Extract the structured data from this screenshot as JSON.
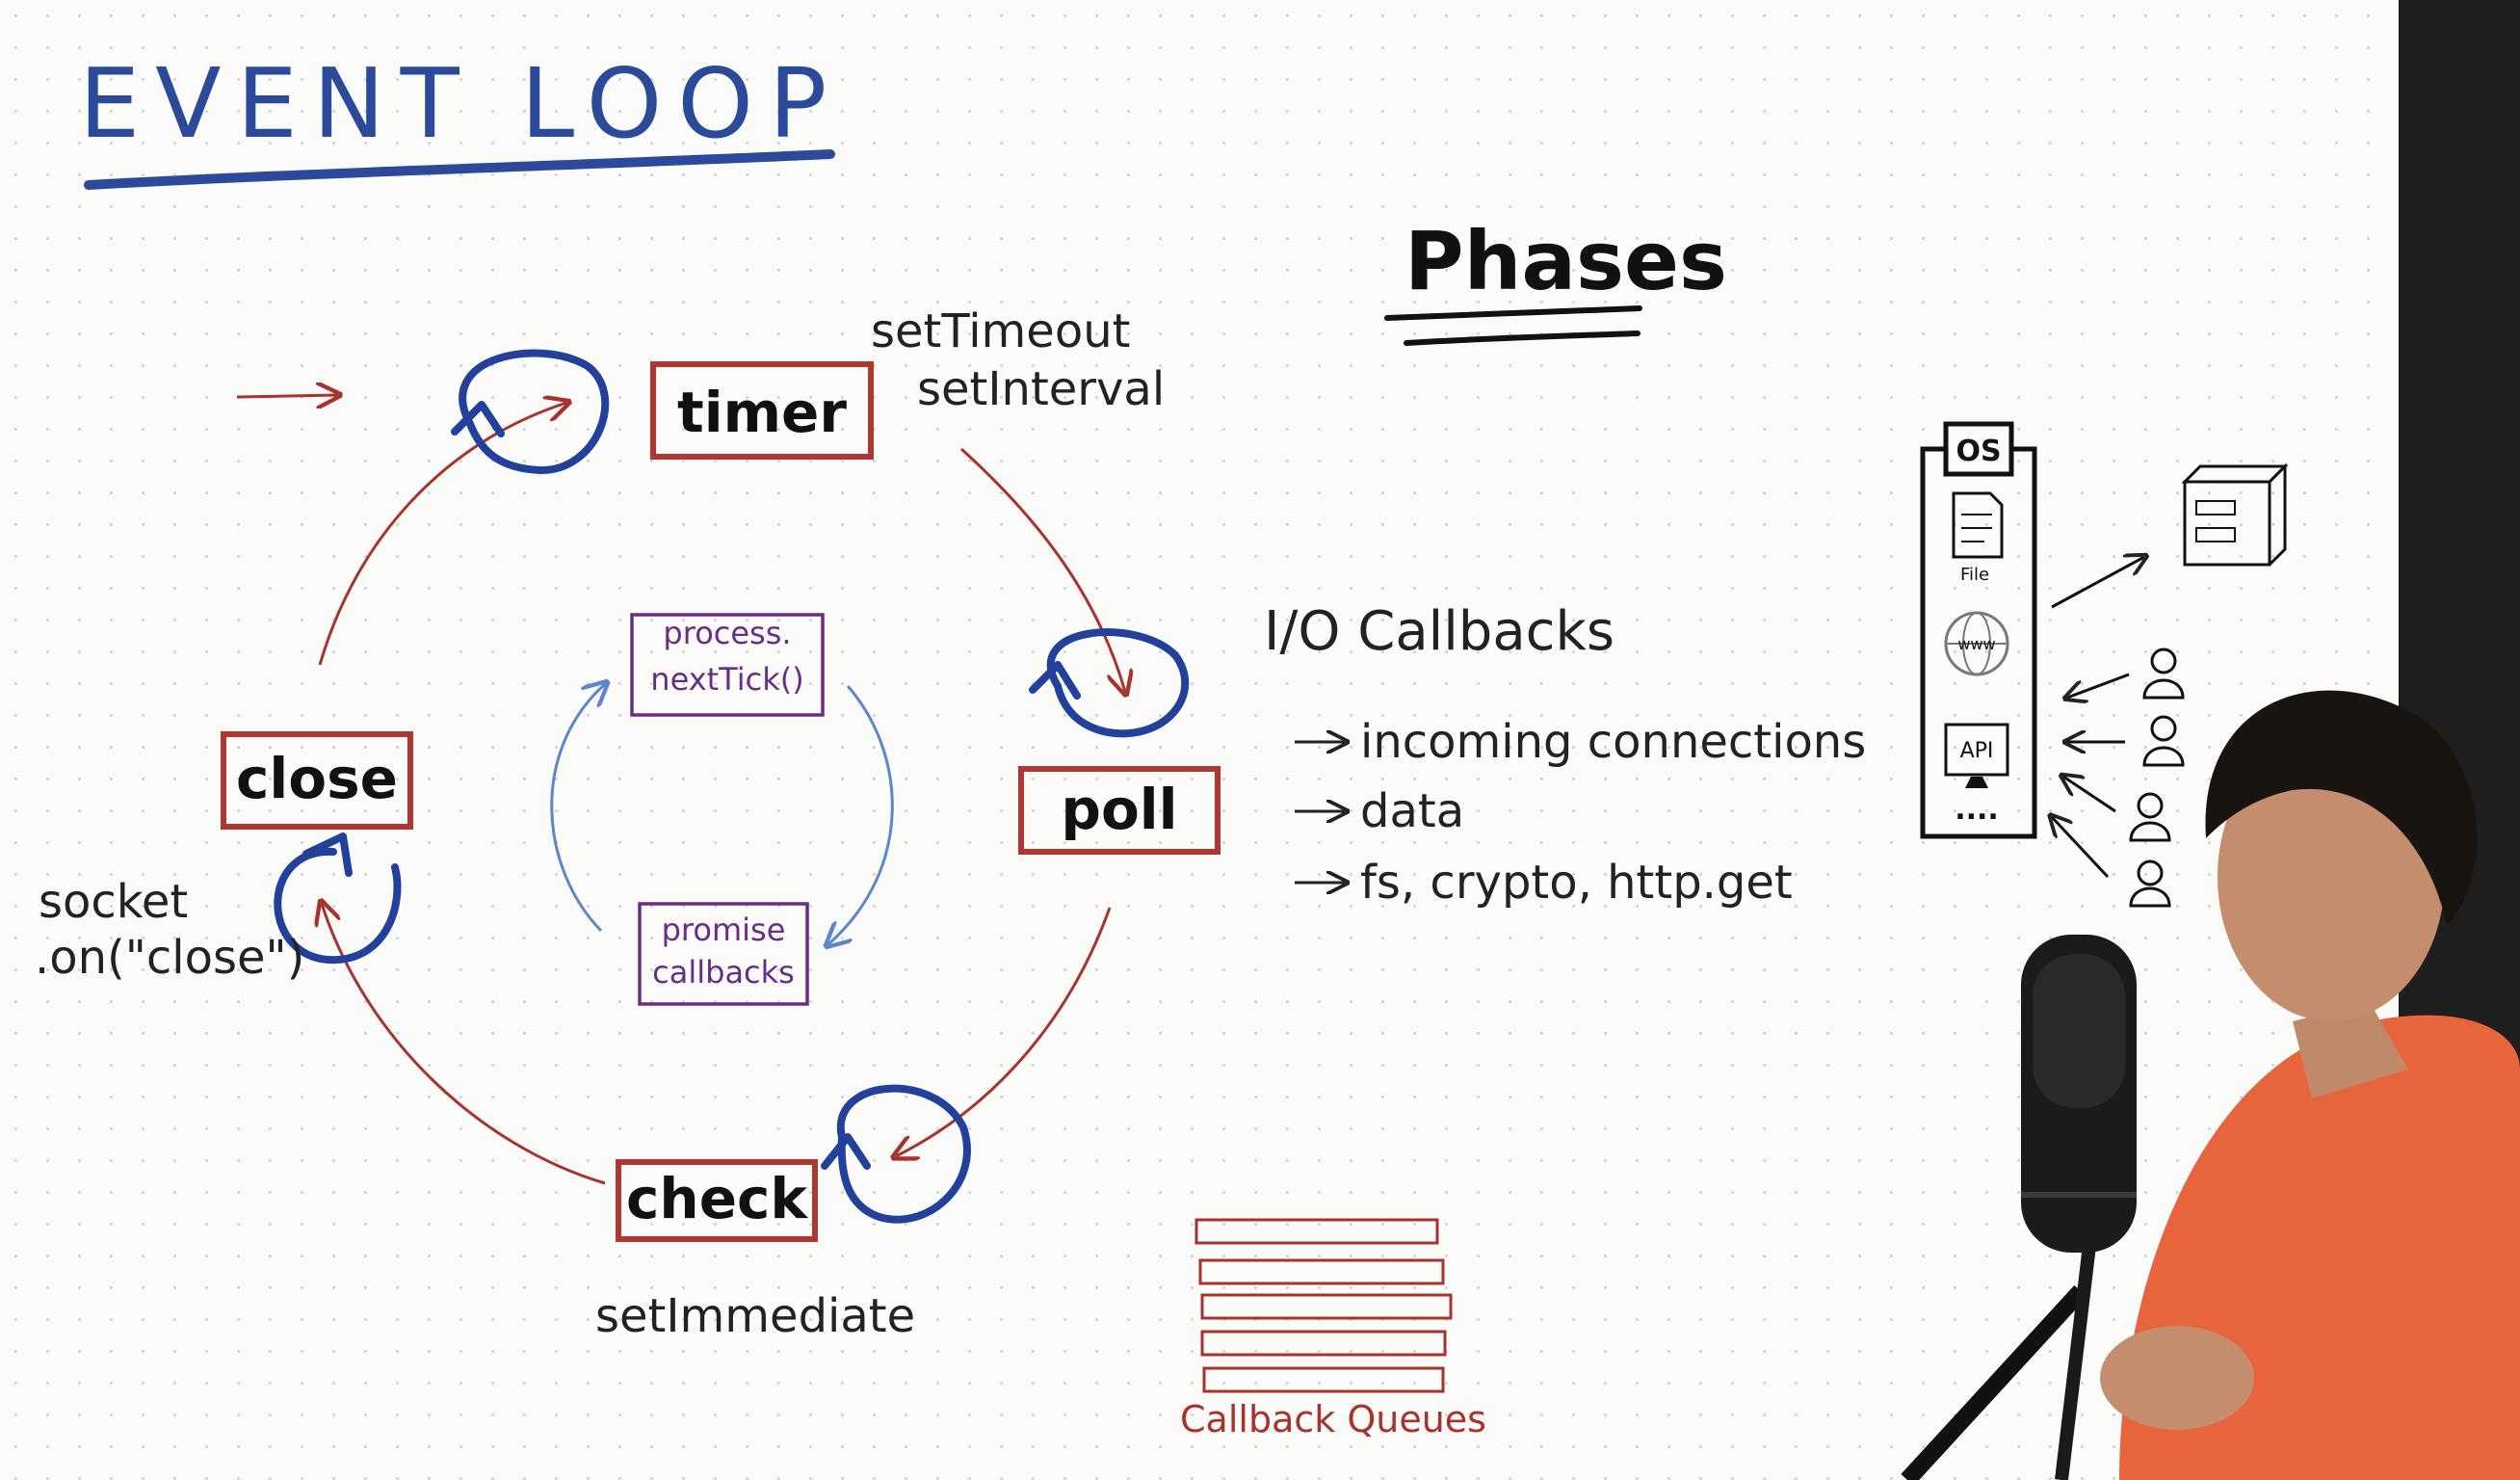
{
  "title": "EVENT LOOP",
  "phases_heading": "Phases",
  "phase_boxes": {
    "timer": "timer",
    "poll": "poll",
    "check": "check",
    "close": "close"
  },
  "microtasks": {
    "next_tick_line1": "process.",
    "next_tick_line2": "nextTick()",
    "promise_line1": "promise",
    "promise_line2": "callbacks"
  },
  "notes": {
    "timer_line1": "setTimeout",
    "timer_line2": "setInterval",
    "check": "setImmediate",
    "close_line1": "socket",
    "close_line2": ".on(\"close\")"
  },
  "io": {
    "heading": "I/O Callbacks",
    "items": [
      "incoming connections",
      "data",
      "fs, crypto, http.get"
    ]
  },
  "os_panel": {
    "label": "OS",
    "file_label": "File",
    "www_label": "www",
    "api_label": "API",
    "more_label": "...."
  },
  "queues_label": "Callback Queues",
  "colors": {
    "title_blue": "#2c4a9a",
    "loop_red": "#a8322c",
    "box_red": "#b0362f",
    "micro_purple": "#6a2d86",
    "micro_blue": "#5b86c9"
  }
}
